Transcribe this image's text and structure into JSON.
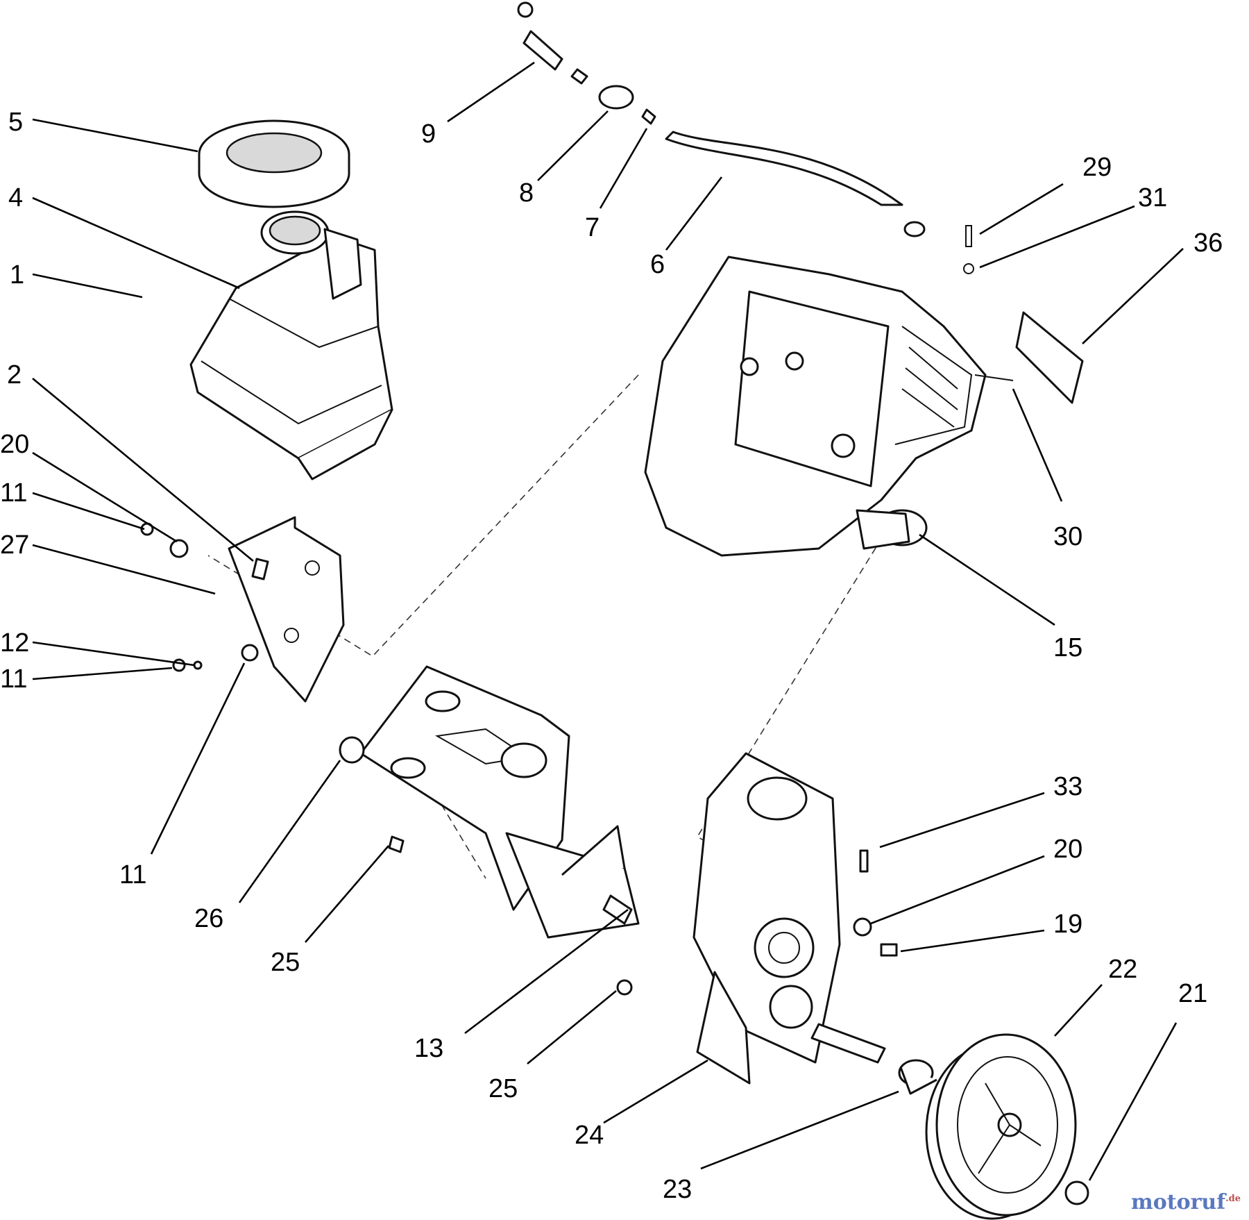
{
  "diagram": {
    "type": "exploded-parts-view",
    "callouts": [
      "5",
      "4",
      "1",
      "2",
      "20",
      "11",
      "27",
      "12",
      "11",
      "11",
      "26",
      "25",
      "9",
      "8",
      "7",
      "6",
      "29",
      "31",
      "36",
      "30",
      "15",
      "33",
      "20",
      "19",
      "22",
      "21",
      "13",
      "25",
      "24",
      "23"
    ]
  },
  "watermark": {
    "text": "motoruf",
    "suffix": ".de"
  }
}
